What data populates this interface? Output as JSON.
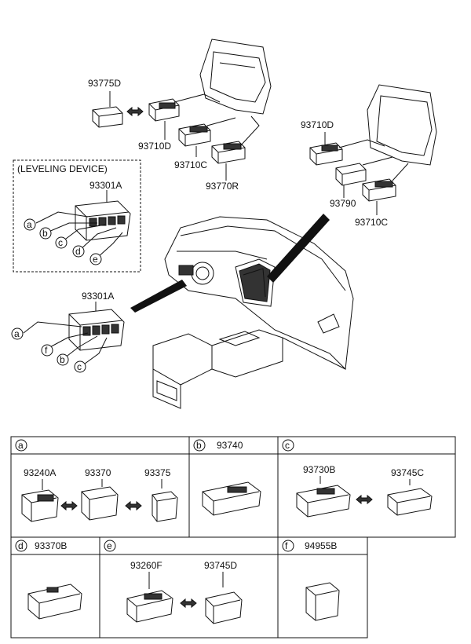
{
  "upper": {
    "part_93775D": "93775D",
    "part_93710D_a": "93710D",
    "part_93710C_a": "93710C",
    "part_93770R": "93770R",
    "part_93710D_b": "93710D",
    "part_93790": "93790",
    "part_93710C_b": "93710C",
    "leveling_title": "(LEVELING DEVICE)",
    "part_93301A_a": "93301A",
    "part_93301A_b": "93301A"
  },
  "letters": {
    "a": "a",
    "b": "b",
    "c": "c",
    "d": "d",
    "e": "e",
    "f": "f"
  },
  "table": {
    "cell_a": {
      "letter": "a",
      "parts": [
        "93240A",
        "93370",
        "93375"
      ]
    },
    "cell_b": {
      "letter": "b",
      "part": "93740"
    },
    "cell_c": {
      "letter": "c",
      "parts": [
        "93730B",
        "93745C"
      ]
    },
    "cell_d": {
      "letter": "d",
      "part": "93370B"
    },
    "cell_e": {
      "letter": "e",
      "parts": [
        "93260F",
        "93745D"
      ]
    },
    "cell_f": {
      "letter": "f",
      "part": "94955B"
    }
  }
}
